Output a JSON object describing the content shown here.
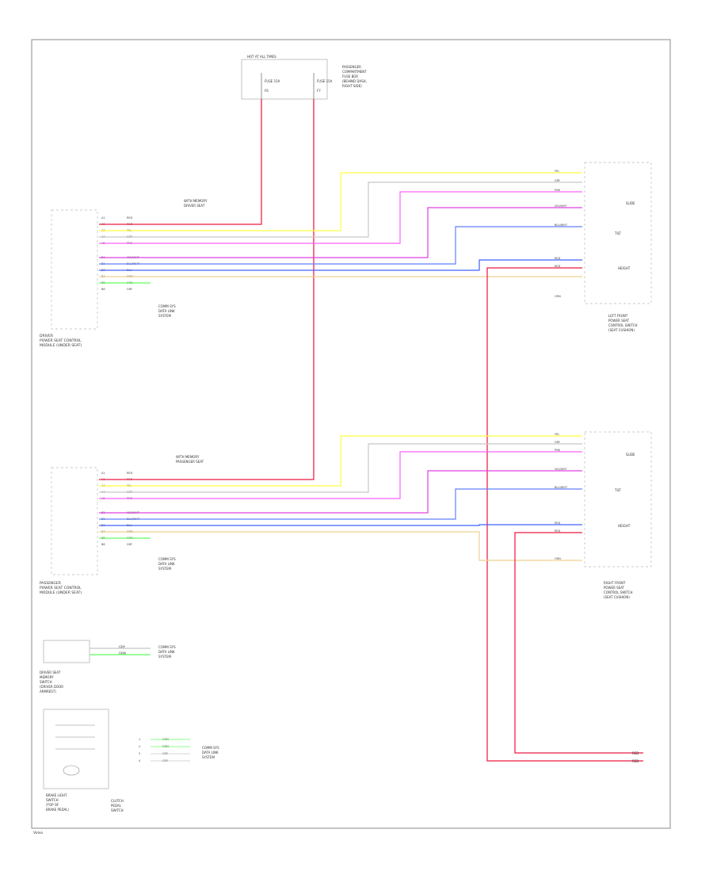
{
  "colors": {
    "red": "#f04060",
    "yellow": "#ffff40",
    "gray": "#c8c8c8",
    "pink": "#ff60ff",
    "magenta": "#e040e0",
    "blue": "#4060ff",
    "lightblue": "#6080ff",
    "orange": "#f0d090",
    "green": "#60ff60",
    "frame": "#888888"
  },
  "footer": {
    "page_code": "Volvo"
  },
  "fuse_box": {
    "title": "HOT AT ALL TIMES",
    "left_fuse": "FUSE 15A",
    "right_fuse": "FUSE 15A",
    "left_cap": "F6",
    "right_cap": "F7",
    "right_label": [
      "PASSENGER",
      "COMPARTMENT",
      "FUSE BOX",
      "(BEHIND DASH,",
      "RIGHT SIDE)"
    ]
  },
  "driver_module": {
    "caption": [
      "DRIVER",
      "POWER SEAT CONTROL",
      "MODULE (UNDER SEAT)"
    ],
    "note": [
      "WITH MEMORY",
      "DRIVER SEAT"
    ],
    "pins": [
      {
        "pin": "A1",
        "wire": "RED"
      },
      {
        "pin": "A2",
        "wire": "RED"
      },
      {
        "pin": "A3",
        "wire": "YEL"
      },
      {
        "pin": "A4",
        "wire": "GRY"
      },
      {
        "pin": "A5",
        "wire": "PNK"
      },
      {
        "pin": "B1",
        "wire": "VIO/WHT"
      },
      {
        "pin": "B2",
        "wire": "BLU/WHT"
      },
      {
        "pin": "B3",
        "wire": "BLU"
      },
      {
        "pin": "B4",
        "wire": "ORN"
      },
      {
        "pin": "B5",
        "wire": "GRN"
      },
      {
        "pin": "B6",
        "wire": "GRY"
      }
    ],
    "comm_label": [
      "COMM SYS",
      "DATA LINK",
      "SYSTEM"
    ]
  },
  "passenger_module": {
    "caption": [
      "PASSENGER",
      "POWER SEAT CONTROL",
      "MODULE (UNDER SEAT)"
    ],
    "note": [
      "WITH MEMORY",
      "PASSENGER SEAT"
    ],
    "pins": [
      {
        "pin": "A1",
        "wire": "RED"
      },
      {
        "pin": "A2",
        "wire": "RED"
      },
      {
        "pin": "A3",
        "wire": "YEL"
      },
      {
        "pin": "A4",
        "wire": "GRY"
      },
      {
        "pin": "A5",
        "wire": "PNK"
      },
      {
        "pin": "B1",
        "wire": "VIO/WHT"
      },
      {
        "pin": "B2",
        "wire": "BLU/WHT"
      },
      {
        "pin": "B3",
        "wire": "BLU"
      },
      {
        "pin": "B4",
        "wire": "ORN"
      },
      {
        "pin": "B5",
        "wire": "GRN"
      },
      {
        "pin": "B6",
        "wire": "GRY"
      }
    ],
    "comm_label": [
      "COMM SYS",
      "DATA LINK",
      "SYSTEM"
    ]
  },
  "left_switch": {
    "caption": [
      "LEFT FRONT",
      "POWER SEAT",
      "CONTROL SWITCH",
      "(SEAT CUSHION)"
    ],
    "wires": [
      "YEL",
      "GRY",
      "PNK",
      "VIO/WHT",
      "BLU/WHT",
      "RED",
      "RED",
      "ORN"
    ],
    "labels": [
      "SLIDE",
      "TILT",
      "HEIGHT"
    ]
  },
  "right_switch": {
    "caption": [
      "RIGHT FRONT",
      "POWER SEAT",
      "CONTROL SWITCH",
      "(SEAT CUSHION)"
    ],
    "wires": [
      "YEL",
      "GRY",
      "PNK",
      "VIO/WHT",
      "BLU/WHT",
      "RED",
      "RED",
      "ORN"
    ],
    "labels": [
      "SLIDE",
      "TILT",
      "HEIGHT"
    ]
  },
  "memory_switch": {
    "caption": [
      "DRIVER SEAT",
      "MEMORY",
      "SWITCH",
      "(DRIVER DOOR",
      "ARMREST)"
    ],
    "wires": [
      "GRY",
      "GRN"
    ],
    "comm_label": [
      "COMM SYS",
      "DATA LINK",
      "SYSTEM"
    ]
  },
  "brake_switch": {
    "caption": [
      "BRAKE LIGHT",
      "SWITCH",
      "(TOP OF",
      "BRAKE PEDAL)"
    ],
    "second_caption": [
      "CLUTCH",
      "PEDAL",
      "SWITCH"
    ],
    "pins": [
      {
        "pin": "1",
        "wire": "GRN"
      },
      {
        "pin": "2",
        "wire": "GRN"
      },
      {
        "pin": "3",
        "wire": "GRY"
      },
      {
        "pin": "4",
        "wire": "GRY"
      }
    ],
    "comm_label": [
      "COMM SYS",
      "DATA LINK",
      "SYSTEM"
    ]
  },
  "bottom_right_wires": [
    "RED",
    "RED"
  ]
}
